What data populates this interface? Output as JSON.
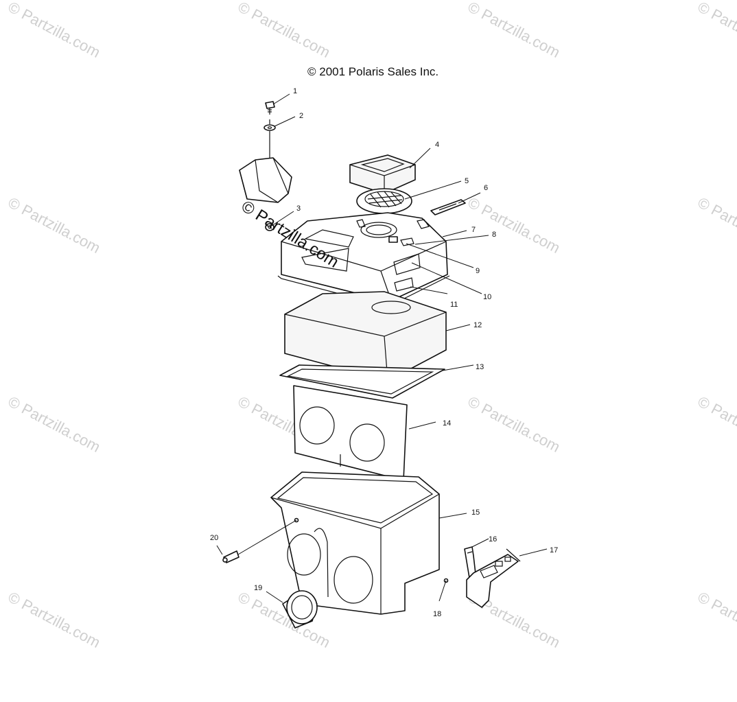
{
  "copyright": "© 2001 Polaris Sales Inc.",
  "watermark": {
    "text": "Partzilla.com",
    "symbol": "©"
  },
  "callouts": [
    {
      "id": "1",
      "label": "1"
    },
    {
      "id": "2",
      "label": "2"
    },
    {
      "id": "3",
      "label": "3"
    },
    {
      "id": "4",
      "label": "4"
    },
    {
      "id": "5",
      "label": "5"
    },
    {
      "id": "6",
      "label": "6"
    },
    {
      "id": "7",
      "label": "7"
    },
    {
      "id": "8",
      "label": "8"
    },
    {
      "id": "9",
      "label": "9"
    },
    {
      "id": "10",
      "label": "10"
    },
    {
      "id": "11",
      "label": "11"
    },
    {
      "id": "12",
      "label": "12"
    },
    {
      "id": "13",
      "label": "13"
    },
    {
      "id": "14",
      "label": "14"
    },
    {
      "id": "15",
      "label": "15"
    },
    {
      "id": "16",
      "label": "16"
    },
    {
      "id": "17",
      "label": "17"
    },
    {
      "id": "18",
      "label": "18"
    },
    {
      "id": "19",
      "label": "19"
    },
    {
      "id": "20",
      "label": "20"
    }
  ]
}
